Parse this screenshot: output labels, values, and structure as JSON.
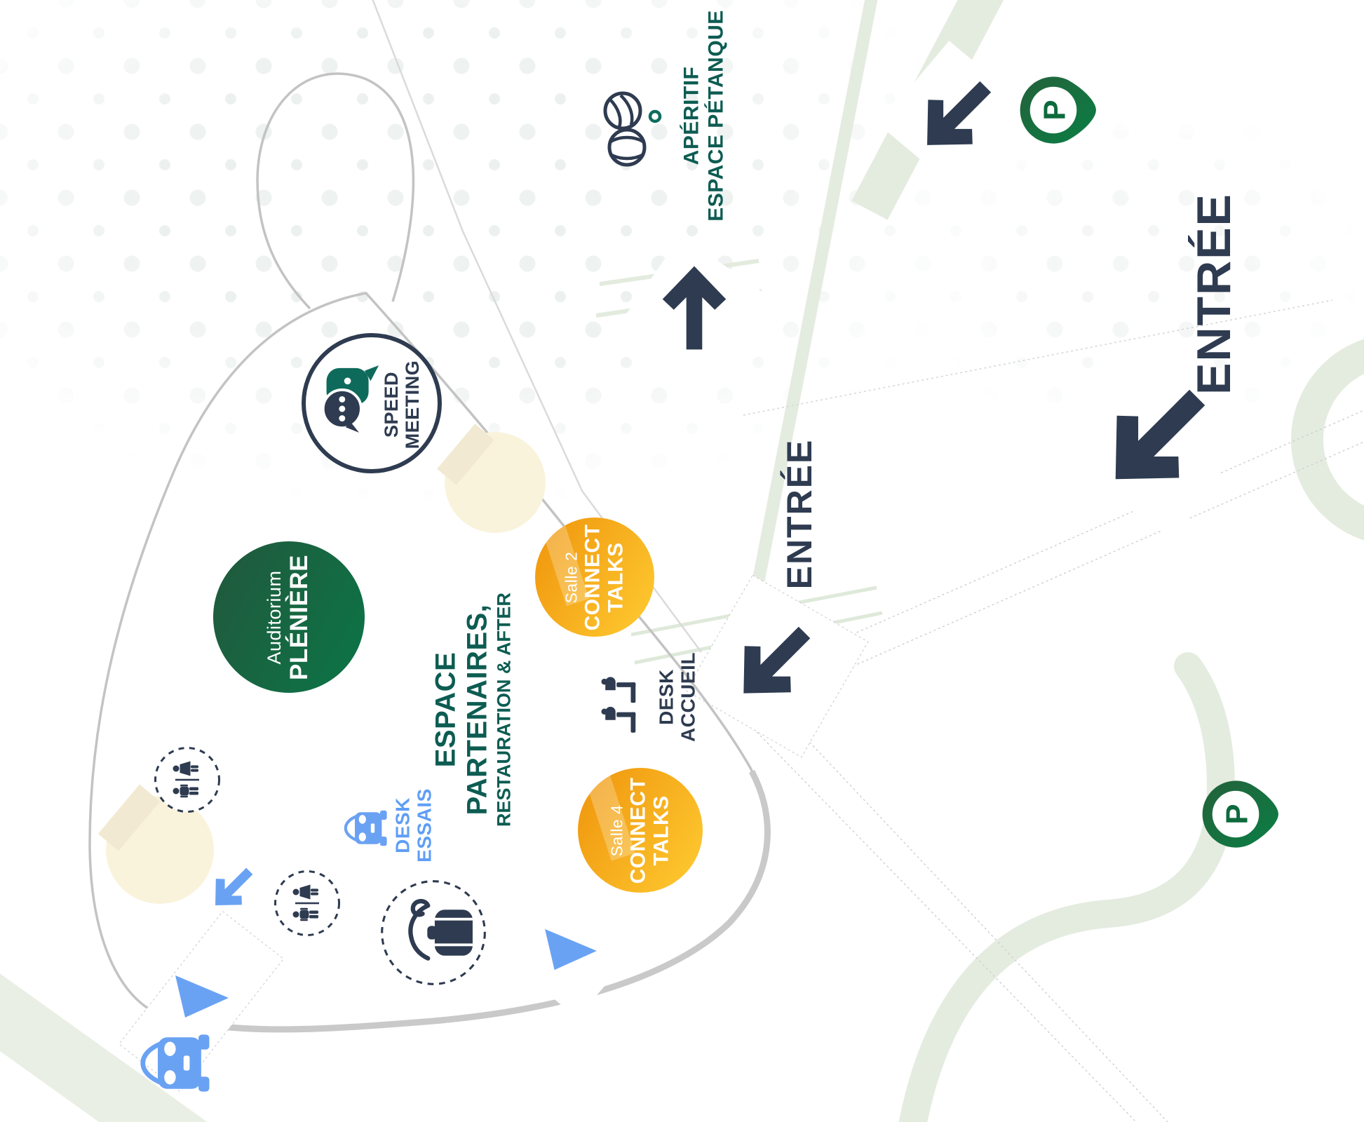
{
  "map_title_hint": "event site plan",
  "colors": {
    "navy": "#2e3b50",
    "teal_text": "#0d5c52",
    "teal_bubble": "#0e6b5c",
    "green_circle_dark": "#1f5b3e",
    "green_circle_light": "#0d7346",
    "orange": "#f0980f",
    "yellow": "#fdc62e",
    "blue": "#6aa2f3",
    "blue_text": "#5f9ef5",
    "cream": "#faf3dc",
    "road_green": "#e4ece0",
    "outline_gray": "#c3c3c3",
    "pin_green_dark": "#24613a",
    "pin_green_bright": "#0a7f45"
  },
  "areas": {
    "speed_meeting": {
      "line1": "SPEED",
      "line2": "MEETING"
    },
    "pleniere": {
      "subtitle": "Auditorium",
      "title": "PLÉNIÈRE"
    },
    "salle2": {
      "room": "Salle 2",
      "line1": "CONNECT",
      "line2": "TALKS"
    },
    "salle4": {
      "room": "Salle 4",
      "line1": "CONNECT",
      "line2": "TALKS"
    },
    "espace_partenaires": {
      "line1": "ESPACE",
      "line2": "PARTENAIRES,",
      "line3": "RESTAURATION & AFTER"
    },
    "desk_accueil": {
      "line1": "DESK",
      "line2": "ACCUEIL"
    },
    "desk_essais": {
      "line1": "DESK",
      "line2": "ESSAIS"
    },
    "aperitif": {
      "line1": "APÉRITIF",
      "line2": "ESPACE PÉTANQUE"
    }
  },
  "entrances": {
    "main": "ENTRÉE",
    "secondary": "ENTRÉE"
  },
  "parking": {
    "symbol": "P"
  }
}
